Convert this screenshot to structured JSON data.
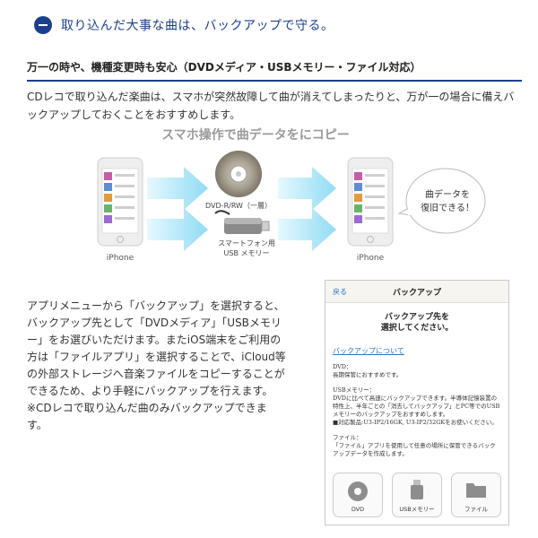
{
  "header": {
    "text": "取り込んだ大事な曲は、バックアップで守る。"
  },
  "section": {
    "heading": "万一の時や、機種変更時も安心（DVDメディア・USBメモリー・ファイル対応）",
    "intro": "CDレコで取り込んだ楽曲は、スマホが突然故障して曲が消えてしまったりと、万が一の場合に備えバックアップしておくことをおすすめします。"
  },
  "diagram": {
    "title": "スマホ操作で曲データをにコピー",
    "left_phone_label": "iPhone",
    "right_phone_label": "iPhone",
    "dvd_label": "DVD-R/RW（一層）",
    "usb_label_line1": "スマートフォン用",
    "usb_label_line2": "USB メモリー",
    "bubble_line1": "曲データを",
    "bubble_line2": "復旧できる！"
  },
  "body": {
    "paragraph": "アプリメニューから「バックアップ」を選択すると、バックアップ先として「DVDメディア」「USBメモリー」をお選びいただけます。またiOS端末をご利用の方は「ファイルアプリ」を選択することで、iCloud等の外部ストレージへ音楽ファイルをコピーすることができるため、より手軽にバックアップを行えます。",
    "note": "※CDレコで取り込んだ曲のみバックアップできます。"
  },
  "phone_screen": {
    "back_label": "戻る",
    "title": "バックアップ",
    "prompt_line1": "バックアップ先を",
    "prompt_line2": "選択してください。",
    "link": "バックアップについて",
    "dvd_heading": "DVD：",
    "dvd_text": "長期保管におすすめです。",
    "usb_heading": "USBメモリー：",
    "usb_text": "DVDに比べて高速にバックアップできます。半導体記憶装置の特性上、半年ごとの「消去してバックアップ」とPC等でのUSBメモリーのバックアップをおすすめします。",
    "usb_note": "■対応製品:U3-IP2/16GK, U3-IP2/32GKをお使いください。",
    "file_heading": "ファイル：",
    "file_text": "「ファイル」アプリを使用して任意の場所に保管できるバックアップデータを作成します。",
    "icon_dvd": "DVD",
    "icon_usb": "USBメモリー",
    "icon_file": "ファイル"
  },
  "icons": {
    "header": "minus-circle-icon",
    "dvd": "disc-icon",
    "usb": "usb-drive-icon",
    "file": "folder-icon"
  },
  "colors": {
    "accent": "#1b3f8f",
    "link": "#2a73c9",
    "arrow": "#8fdcf5"
  }
}
